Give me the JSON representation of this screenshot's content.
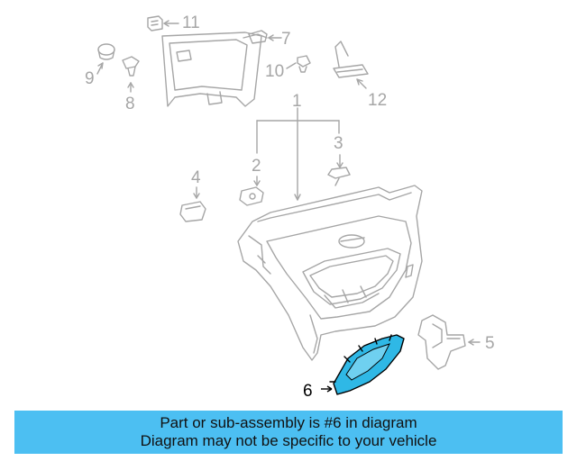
{
  "callouts": {
    "c1": "1",
    "c2": "2",
    "c3": "3",
    "c4": "4",
    "c5": "5",
    "c6": "6",
    "c7": "7",
    "c8": "8",
    "c9": "9",
    "c10": "10",
    "c11": "11",
    "c12": "12"
  },
  "highlighted_part": "6",
  "colors": {
    "highlight_fill": "#2fb8e6",
    "banner": "#4cbff2",
    "linework": "#a6a6a6"
  },
  "banner": {
    "line1": "Part or sub-assembly is #6 in diagram",
    "line2": "Diagram may not be specific to your vehicle"
  }
}
